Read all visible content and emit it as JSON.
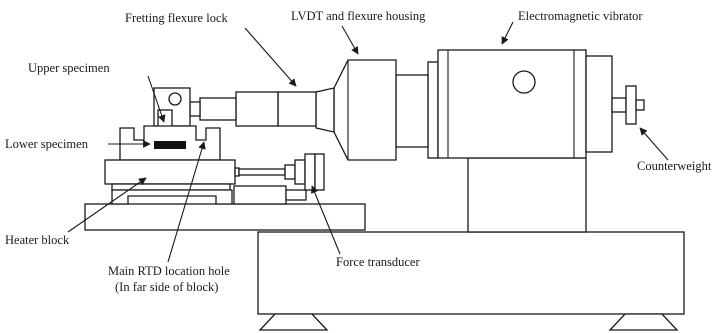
{
  "labels": {
    "fretting_flexure_lock": "Fretting flexure lock",
    "lvdt_flexure_housing": "LVDT and flexure housing",
    "electromagnetic_vibrator": "Electromagnetic vibrator",
    "upper_specimen": "Upper specimen",
    "lower_specimen": "Lower specimen",
    "counterweight": "Counterweight",
    "heater_block": "Heater block",
    "force_transducer": "Force transducer",
    "rtd_hole_line1": "Main RTD location hole",
    "rtd_hole_line2": "(In far side of block)"
  },
  "colors": {
    "ink": "#1a1a1a",
    "fill": "#ffffff",
    "specimen_fill": "#111111"
  }
}
